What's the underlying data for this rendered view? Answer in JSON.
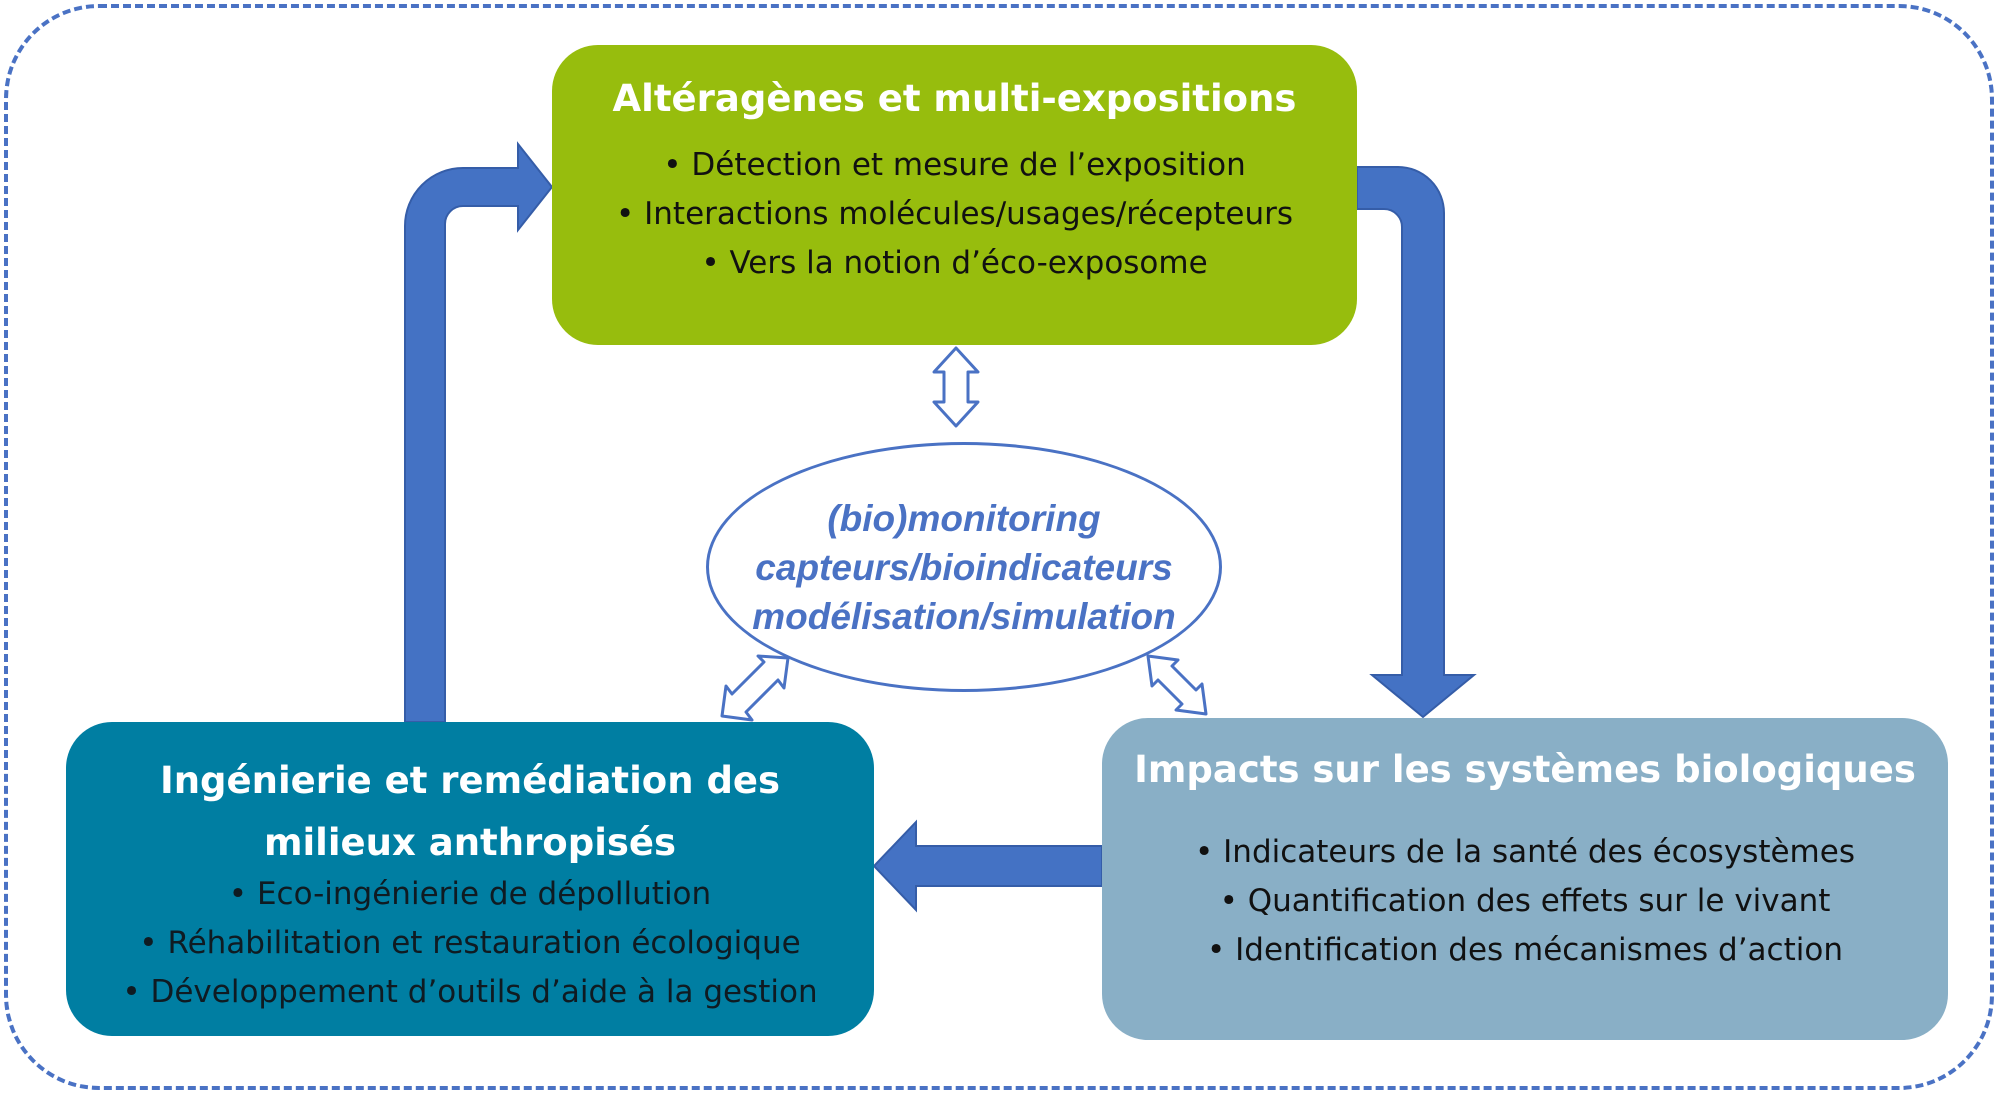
{
  "top_box": {
    "title": "Altéragènes et multi-expositions",
    "items": [
      "Détection et mesure de l’exposition",
      "Interactions molécules/usages/récepteurs",
      "Vers la notion d’éco-exposome"
    ]
  },
  "left_box": {
    "title_line1": "Ingénierie et remédiation des",
    "title_line2": "milieux anthropisés",
    "items": [
      "Eco-ingénierie de dépollution",
      "Réhabilitation et restauration écologique",
      "Développement d’outils d’aide à la gestion"
    ]
  },
  "right_box": {
    "title": "Impacts sur les systèmes biologiques",
    "items": [
      "Indicateurs de la santé des écosystèmes",
      "Quantification des effets sur le vivant",
      "Identification des mécanismes d’action"
    ]
  },
  "center": {
    "lines": [
      "(bio)monitoring",
      "capteurs/bioindicateurs",
      "modélisation/simulation"
    ]
  },
  "colors": {
    "top_box": "#97bd0d",
    "left_box": "#007ea2",
    "right_box": "#89afc6",
    "arrow": "#4472c4",
    "frame": "#4a72c4",
    "center_text": "#4a72c4"
  }
}
